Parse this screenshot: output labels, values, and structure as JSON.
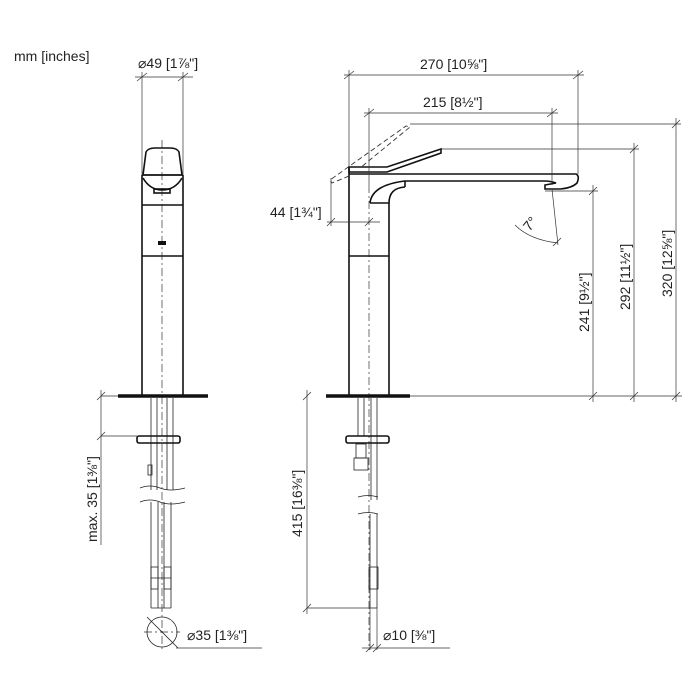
{
  "units_label": "mm [inches]",
  "front_view": {
    "diameter_body": "⌀49 [1⅞\"]",
    "max_thickness": "max. 35 [1⅜\"]",
    "diameter_hole": "⌀35 [1⅜\"]"
  },
  "side_view": {
    "overall_length": "270 [10⅝\"]",
    "spout_reach": "215 [8½\"]",
    "lever_offset": "44 [1¾\"]",
    "spout_angle": "7°",
    "spout_height": "241 [9½\"]",
    "lever_height": "292 [11½\"]",
    "max_height": "320 [12⅝\"]",
    "hose_length": "415 [16⅜\"]",
    "hose_diameter": "⌀10 [⅜\"]"
  }
}
